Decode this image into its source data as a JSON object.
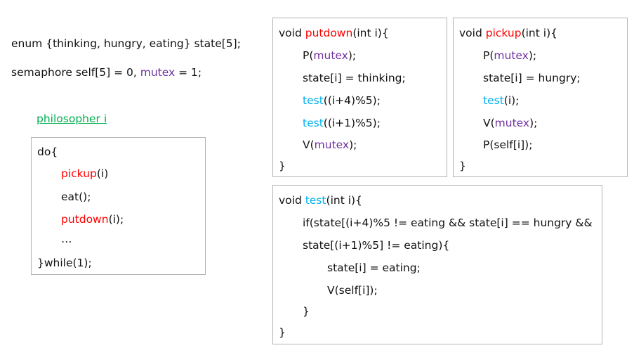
{
  "colors": {
    "red": "#ff0000",
    "purple": "#7030a0",
    "cyan": "#00b0f0",
    "green": "#00b050",
    "border": "#b4b4b4"
  },
  "globals": {
    "enum_line": "enum {thinking, hungry, eating} state[5];",
    "sem_prefix": "semaphore self[5] = 0, ",
    "sem_mutex": "mutex",
    "sem_suffix": " = 1;"
  },
  "philosopher": {
    "title": "philosopher i",
    "do_open": "do{",
    "pickup_name": "pickup",
    "pickup_args": "(i)",
    "eat": "eat();",
    "putdown_name": "putdown",
    "putdown_args": "(i);",
    "ellipsis": "…",
    "while_close": "}while(1);"
  },
  "putdown": {
    "sig_prefix": "void ",
    "sig_name": "putdown",
    "sig_suffix": "(int i){",
    "p_open": "P(",
    "mutex": "mutex",
    "p_close": ");",
    "assign": "state[i] = thinking;",
    "test": "test",
    "test1_args": "((i+4)%5);",
    "test2_args": "((i+1)%5);",
    "v_open": "V(",
    "v_close": ");",
    "close": "}"
  },
  "pickup": {
    "sig_prefix": "void ",
    "sig_name": "pickup",
    "sig_suffix": "(int i){",
    "p_open": "P(",
    "mutex": "mutex",
    "p_close": ");",
    "assign": "state[i] = hungry;",
    "test": "test",
    "test_args": "(i);",
    "v_open": "V(",
    "v_close": ");",
    "p_self": "P(self[i]);",
    "close": "}"
  },
  "testfn": {
    "sig_prefix": "void ",
    "sig_name": "test",
    "sig_suffix": "(int i){",
    "cond1": "if(state[(i+4)%5 != eating && state[i] == hungry &&",
    "cond2": "state[(i+1)%5] != eating){",
    "assign": "state[i] = eating;",
    "v_self": "V(self[i]);",
    "inner_close": "}",
    "close": "}"
  }
}
